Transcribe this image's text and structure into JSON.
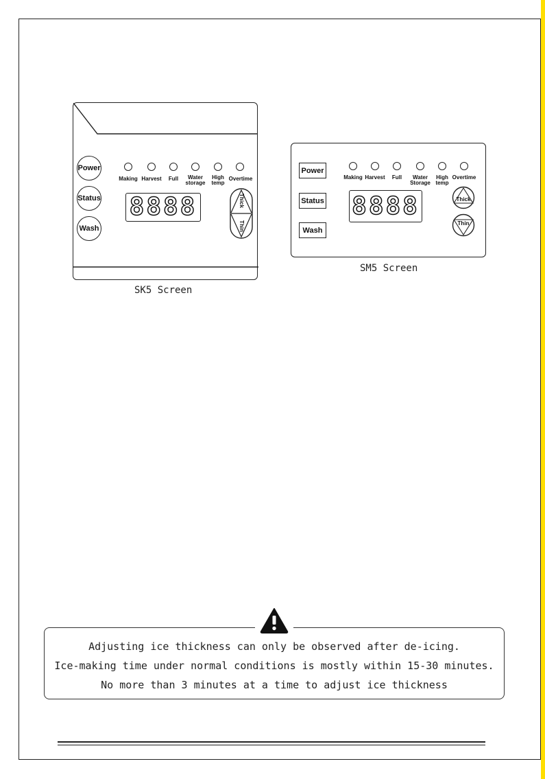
{
  "sk5": {
    "caption": "SK5 Screen",
    "indicators": [
      "Making",
      "Harvest",
      "Full",
      "Water\nstorage",
      "High\ntemp",
      "Overtime"
    ],
    "buttons": {
      "power": "Power",
      "status": "Status",
      "wash": "Wash"
    },
    "display": "8888",
    "thickness": {
      "thick": "Thick",
      "thin": "Thin"
    }
  },
  "sm5": {
    "caption": "SM5 Screen",
    "indicators": [
      "Making",
      "Harvest",
      "Full",
      "Water\nStorage",
      "High\ntemp",
      "Overtime"
    ],
    "buttons": {
      "power": "Power",
      "status": "Status",
      "wash": "Wash"
    },
    "display": "8888",
    "thickness": {
      "thick": "Thick",
      "thin": "Thin"
    }
  },
  "warning": {
    "icon": "warning-triangle-icon",
    "lines": [
      "Adjusting ice thickness can only be observed after de-icing.",
      "Ice-making time under normal conditions is mostly within 15-30 minutes.",
      "No more than 3 minutes at a time to adjust ice thickness"
    ]
  },
  "colors": {
    "accent_strip": "#ffde00",
    "ink": "#222222"
  }
}
